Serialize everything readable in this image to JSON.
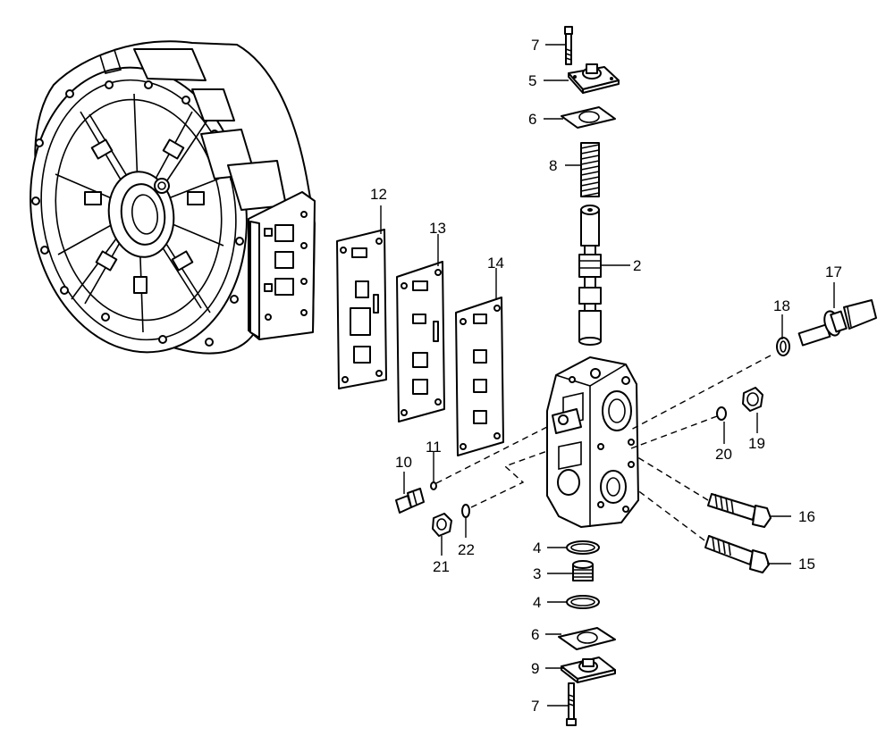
{
  "callouts": [
    {
      "id": "c7a",
      "text": "7"
    },
    {
      "id": "c5",
      "text": "5"
    },
    {
      "id": "c6a",
      "text": "6"
    },
    {
      "id": "c8",
      "text": "8"
    },
    {
      "id": "c2",
      "text": "2"
    },
    {
      "id": "c12",
      "text": "12"
    },
    {
      "id": "c13",
      "text": "13"
    },
    {
      "id": "c14",
      "text": "14"
    },
    {
      "id": "c17",
      "text": "17"
    },
    {
      "id": "c18",
      "text": "18"
    },
    {
      "id": "c19",
      "text": "19"
    },
    {
      "id": "c20",
      "text": "20"
    },
    {
      "id": "c10",
      "text": "10"
    },
    {
      "id": "c11",
      "text": "11"
    },
    {
      "id": "c16",
      "text": "16"
    },
    {
      "id": "c15",
      "text": "15"
    },
    {
      "id": "c21",
      "text": "21"
    },
    {
      "id": "c22",
      "text": "22"
    },
    {
      "id": "c4a",
      "text": "4"
    },
    {
      "id": "c3",
      "text": "3"
    },
    {
      "id": "c4b",
      "text": "4"
    },
    {
      "id": "c6b",
      "text": "6"
    },
    {
      "id": "c9",
      "text": "9"
    },
    {
      "id": "c7b",
      "text": "7"
    }
  ]
}
